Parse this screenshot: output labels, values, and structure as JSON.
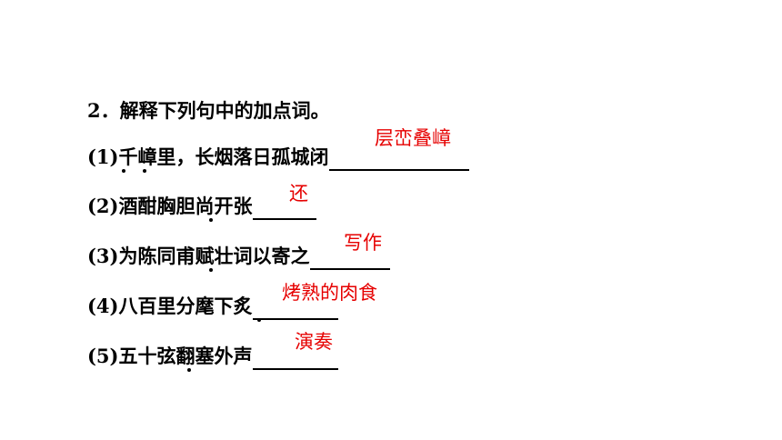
{
  "question": {
    "title": "2．解释下列句中的加点词。"
  },
  "items": [
    {
      "prompt": "(1)千嶂里，长烟落日孤城闭",
      "answer": "层峦叠嶂"
    },
    {
      "prompt": "(2)酒酣胸胆尚开张",
      "answer": "还"
    },
    {
      "prompt": "(3)为陈同甫赋壮词以寄之",
      "answer": "写作"
    },
    {
      "prompt": "(4)八百里分麾下炙",
      "answer": "烤熟的肉食"
    },
    {
      "prompt": "(5)五十弦翻塞外声",
      "answer": "演奏"
    }
  ],
  "colors": {
    "text": "#000000",
    "answer": "#e60000"
  }
}
